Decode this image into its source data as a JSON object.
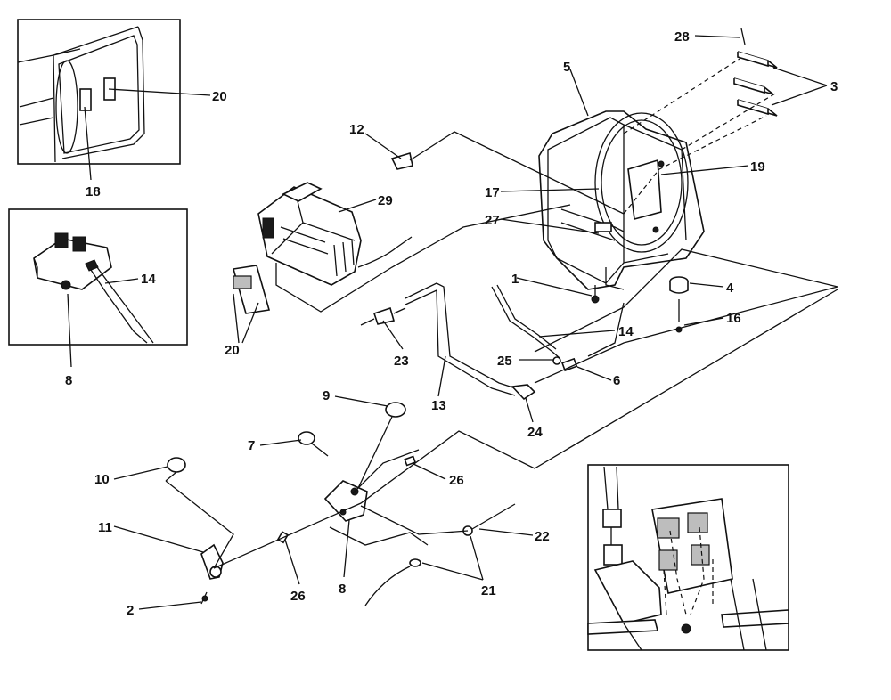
{
  "labels": {
    "l1": "1",
    "l2": "2",
    "l3": "3",
    "l4": "4",
    "l5": "5",
    "l6": "6",
    "l7": "7",
    "l8a": "8",
    "l8b": "8",
    "l9": "9",
    "l10": "10",
    "l11": "11",
    "l12": "12",
    "l13": "13",
    "l14a": "14",
    "l14b": "14",
    "l16": "16",
    "l17": "17",
    "l18": "18",
    "l19": "19",
    "l20a": "20",
    "l20b": "20",
    "l21": "21",
    "l22": "22",
    "l23": "23",
    "l24": "24",
    "l25": "25",
    "l26a": "26",
    "l26b": "26",
    "l27": "27",
    "l28": "28",
    "l29": "29"
  }
}
